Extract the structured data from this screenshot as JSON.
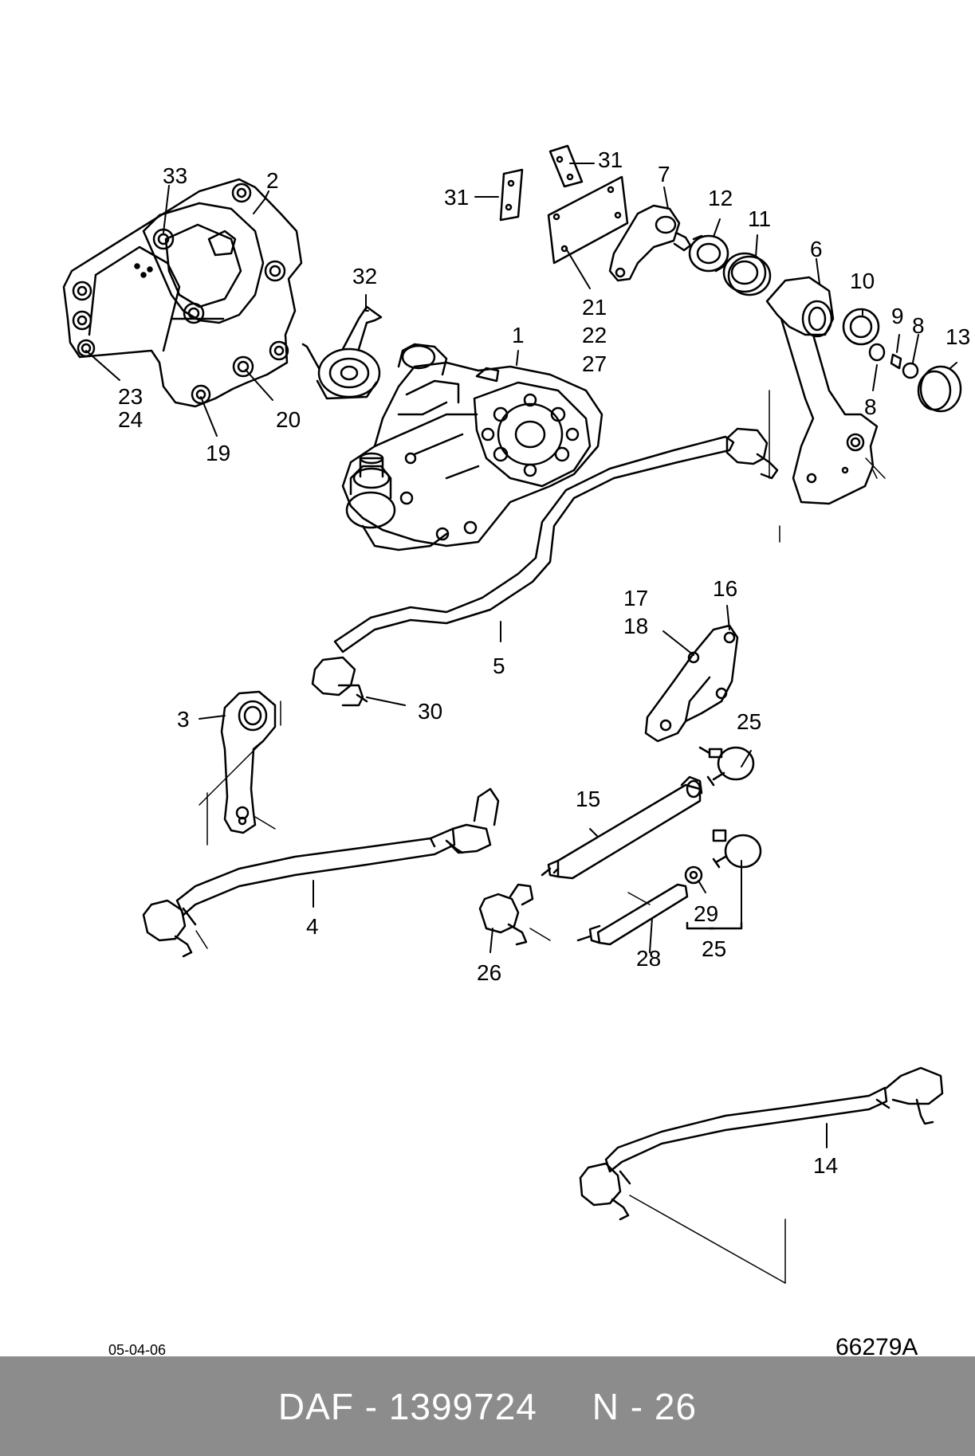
{
  "diagram": {
    "date_code": "05-04-06",
    "drawing_number": "66279A",
    "callouts": [
      {
        "id": "c33",
        "text": "33"
      },
      {
        "id": "c2",
        "text": "2"
      },
      {
        "id": "c23",
        "text": "23"
      },
      {
        "id": "c24",
        "text": "24"
      },
      {
        "id": "c19",
        "text": "19"
      },
      {
        "id": "c20",
        "text": "20"
      },
      {
        "id": "c32",
        "text": "32"
      },
      {
        "id": "c1",
        "text": "1"
      },
      {
        "id": "c31a",
        "text": "31"
      },
      {
        "id": "c31b",
        "text": "31"
      },
      {
        "id": "c21",
        "text": "21"
      },
      {
        "id": "c22",
        "text": "22"
      },
      {
        "id": "c27",
        "text": "27"
      },
      {
        "id": "c7",
        "text": "7"
      },
      {
        "id": "c12",
        "text": "12"
      },
      {
        "id": "c11",
        "text": "11"
      },
      {
        "id": "c6",
        "text": "6"
      },
      {
        "id": "c10",
        "text": "10"
      },
      {
        "id": "c9",
        "text": "9"
      },
      {
        "id": "c8a",
        "text": "8"
      },
      {
        "id": "c8b",
        "text": "8"
      },
      {
        "id": "c13",
        "text": "13"
      },
      {
        "id": "c5",
        "text": "5"
      },
      {
        "id": "c30",
        "text": "30"
      },
      {
        "id": "c3",
        "text": "3"
      },
      {
        "id": "c17",
        "text": "17"
      },
      {
        "id": "c18",
        "text": "18"
      },
      {
        "id": "c16",
        "text": "16"
      },
      {
        "id": "c25a",
        "text": "25"
      },
      {
        "id": "c15",
        "text": "15"
      },
      {
        "id": "c4",
        "text": "4"
      },
      {
        "id": "c26",
        "text": "26"
      },
      {
        "id": "c28",
        "text": "28"
      },
      {
        "id": "c29",
        "text": "29"
      },
      {
        "id": "c25b",
        "text": "25"
      },
      {
        "id": "c14",
        "text": "14"
      }
    ]
  },
  "footer": {
    "text": "DAF - 1399724     N - 26"
  },
  "colors": {
    "line": "#000000",
    "background": "#ffffff",
    "footer_bar": "#8c8c8c",
    "footer_text": "#ffffff"
  }
}
